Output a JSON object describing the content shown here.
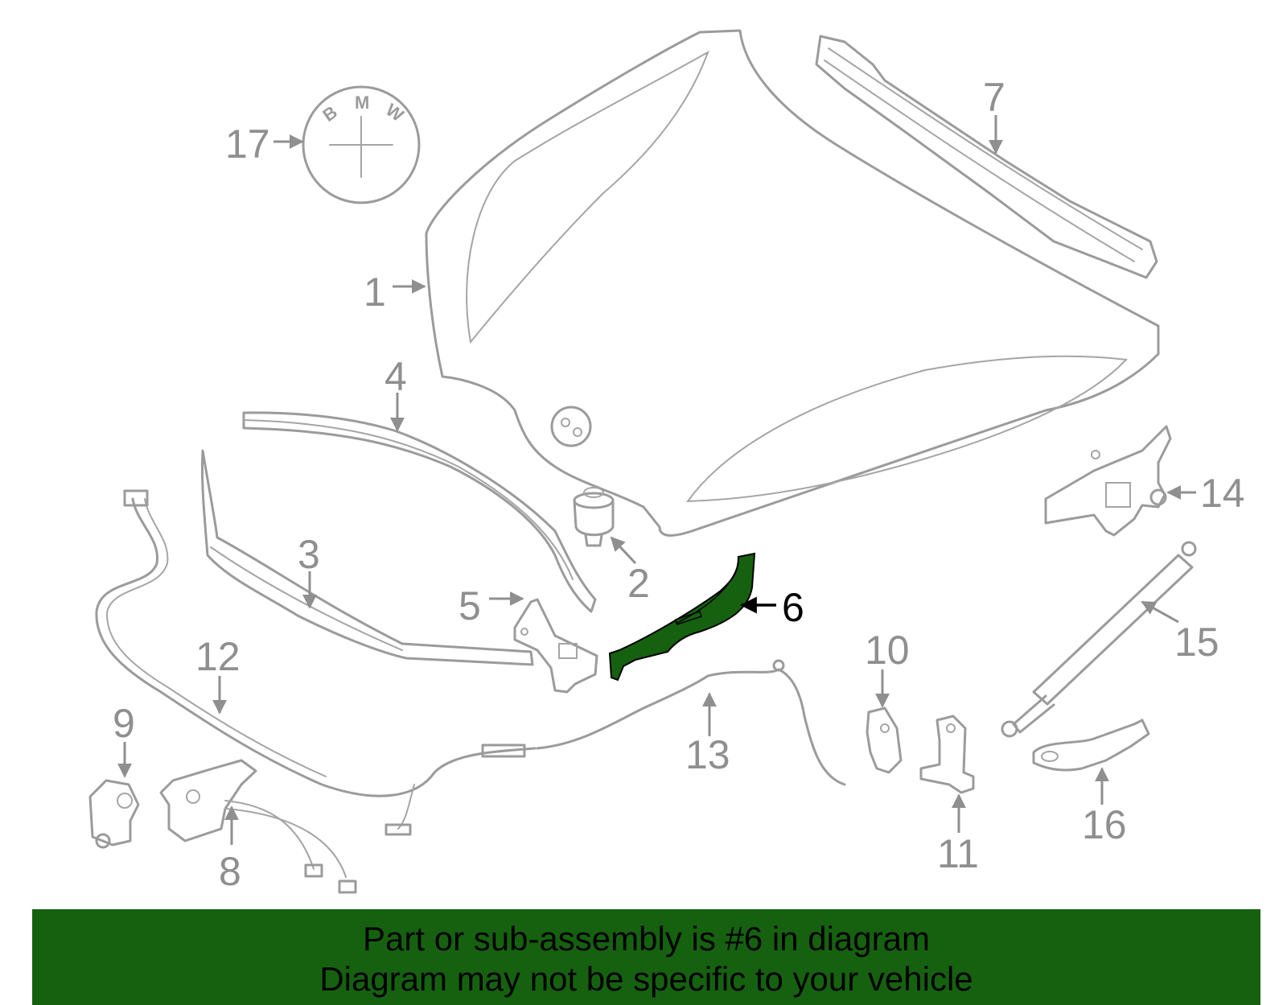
{
  "callouts": [
    {
      "number": "1",
      "part": "hood"
    },
    {
      "number": "2",
      "part": "hood-bumper"
    },
    {
      "number": "3",
      "part": "lower-seal"
    },
    {
      "number": "4",
      "part": "upper-seal"
    },
    {
      "number": "5",
      "part": "bracket"
    },
    {
      "number": "6",
      "part": "highlighted-part"
    },
    {
      "number": "7",
      "part": "hood-support-rail"
    },
    {
      "number": "8",
      "part": "hood-lock"
    },
    {
      "number": "9",
      "part": "lock-bracket"
    },
    {
      "number": "10",
      "part": "release-handle"
    },
    {
      "number": "11",
      "part": "release-lever"
    },
    {
      "number": "12",
      "part": "release-cable-front"
    },
    {
      "number": "13",
      "part": "release-cable-rear"
    },
    {
      "number": "14",
      "part": "hood-hinge"
    },
    {
      "number": "15",
      "part": "lift-support"
    },
    {
      "number": "16",
      "part": "support-bracket"
    },
    {
      "number": "17",
      "part": "emblem"
    }
  ],
  "emblem": {
    "letters": [
      "B",
      "M",
      "W"
    ]
  },
  "highlight": {
    "number": "6",
    "color": "#166110"
  },
  "colors": {
    "line": "#9b9b9b",
    "highlight_fill": "#166110",
    "banner_bg": "#166110",
    "banner_text": "#000000"
  },
  "banner": {
    "line1": "Part or sub-assembly is #6 in diagram",
    "line2": "Diagram may not be specific to your vehicle"
  }
}
